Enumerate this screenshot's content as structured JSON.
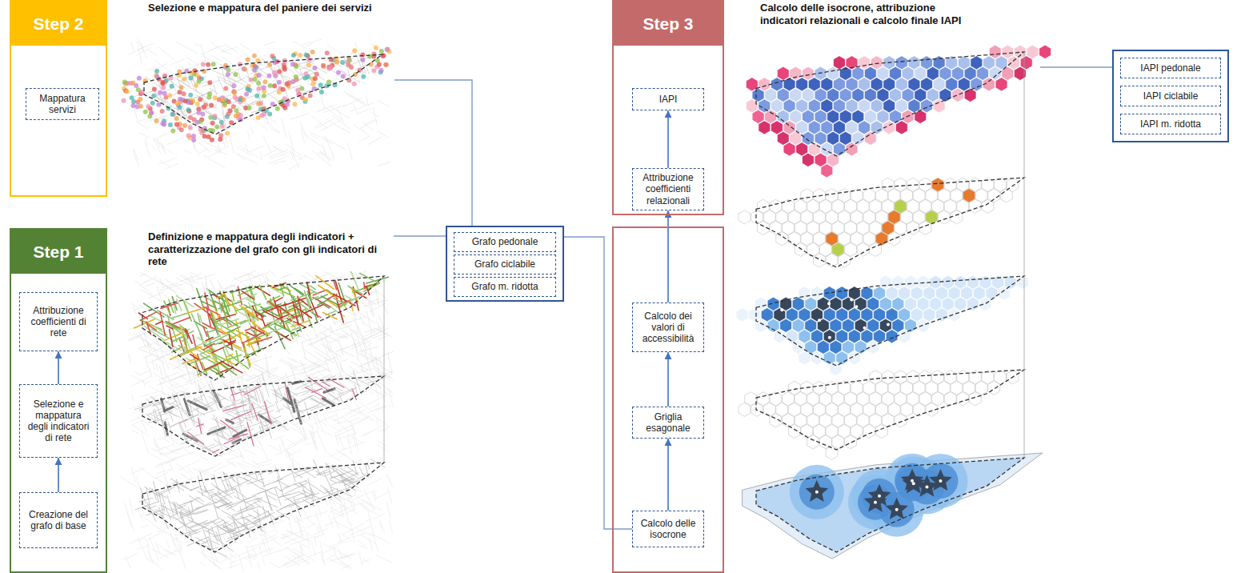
{
  "diagram": {
    "nodes": [
      {
        "text": [
          "Step 2"
        ]
      },
      {
        "text": [
          "Mappatura servizi"
        ],
        "in": 0
      },
      {
        "text": [
          "Step 1"
        ]
      },
      {
        "text": [
          "Attribuzione coefficienti di rete"
        ],
        "in": 2
      },
      {
        "text": [
          "Selezione e mappatura degli indicatori di rete"
        ],
        "in": 2
      },
      {
        "text": [
          "Creazione del grafo di base"
        ],
        "in": 2
      },
      {},
      {
        "text": [
          "Grafo pedonale"
        ],
        "in": 6
      },
      {
        "text": [
          "Grafo ciclabile"
        ],
        "in": 6
      },
      {
        "text": [
          "Grafo m. ridotta"
        ],
        "in": 6
      },
      {
        "text": [
          "Step 3"
        ]
      },
      {
        "text": [
          "IAPI"
        ],
        "in": 10
      },
      {
        "text": [
          "Attribuzione coefficienti relazionali"
        ],
        "in": 10
      },
      {},
      {
        "text": [
          "Calcolo dei valori di accessibilità"
        ],
        "in": 13
      },
      {
        "text": [
          "Griglia esagonale"
        ],
        "in": 13
      },
      {
        "text": [
          "Calcolo delle isocrone"
        ],
        "in": 13
      },
      {},
      {
        "text": [
          "IAPI pedonale"
        ],
        "in": 17
      },
      {
        "text": [
          "IAPI ciclabile"
        ],
        "in": 17
      },
      {
        "text": [
          "IAPI m. ridotta"
        ],
        "in": 17
      }
    ],
    "edges": [
      {
        "from": 5,
        "to": 4,
        "arrow": "to"
      },
      {
        "from": 4,
        "to": 3,
        "arrow": "to"
      },
      {
        "from": 6,
        "to": 16,
        "arrow": "none"
      },
      {
        "from": 16,
        "to": 15,
        "arrow": "to"
      },
      {
        "from": 15,
        "to": 14,
        "arrow": "to"
      },
      {
        "from": 14,
        "to": 12,
        "arrow": "to"
      },
      {
        "from": 12,
        "to": 11,
        "arrow": "to"
      }
    ],
    "labels": [
      "Selezione e mappatura del paniere dei servizi",
      "Definizione e mappatura degli indicatori + caratterizzazione del grafo con gli indicatori di rete",
      "Calcolo delle isocrone, attribuzione indicatori relazionali e calcolo finale IAPI"
    ]
  }
}
